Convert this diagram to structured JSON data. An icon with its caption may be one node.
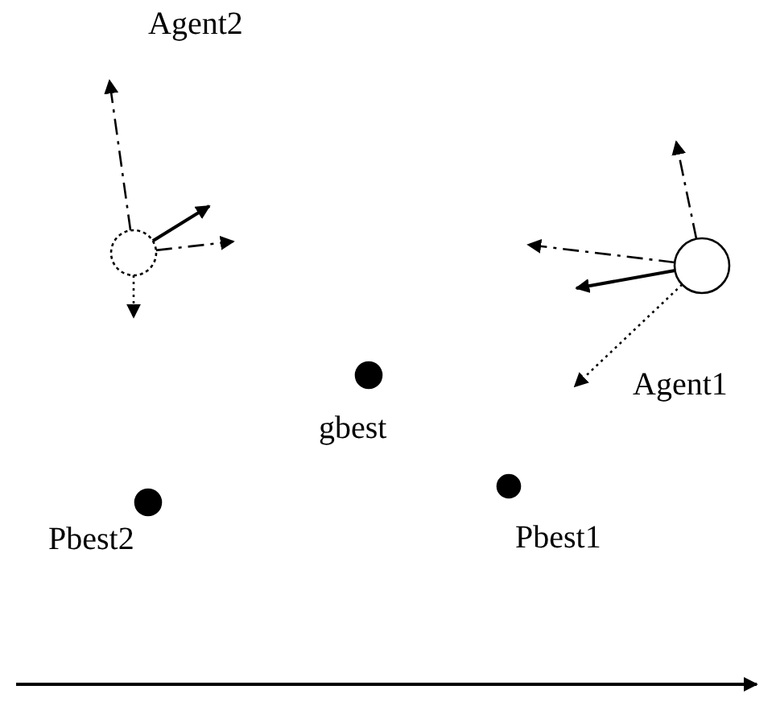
{
  "diagram": {
    "nodes": [
      {
        "text": [],
        "shape": "circle"
      },
      {
        "text": [],
        "shape": "circle",
        "beside": [
          "Agent1"
        ]
      },
      {
        "text": [],
        "shape": "circle",
        "beside": [
          "gbest"
        ]
      },
      {
        "text": [],
        "shape": "circle",
        "beside": [
          "Pbest2"
        ]
      },
      {
        "text": [],
        "shape": "circle",
        "beside": [
          "Pbest1"
        ]
      }
    ],
    "edges": [
      {
        "from": 0,
        "to": null,
        "arrow": "to",
        "style": "dashed"
      },
      {
        "from": 0,
        "to": null,
        "arrow": "to"
      },
      {
        "from": 0,
        "to": null,
        "arrow": "to",
        "style": "dashed"
      },
      {
        "from": 0,
        "to": null,
        "arrow": "to",
        "style": "dashed"
      },
      {
        "from": 1,
        "to": null,
        "arrow": "to",
        "style": "dashed"
      },
      {
        "from": 1,
        "to": null,
        "arrow": "to",
        "style": "dashed"
      },
      {
        "from": 1,
        "to": null,
        "arrow": "to"
      },
      {
        "from": 1,
        "to": null,
        "arrow": "to",
        "style": "dashed"
      }
    ],
    "labels": [
      "Agent2"
    ]
  }
}
